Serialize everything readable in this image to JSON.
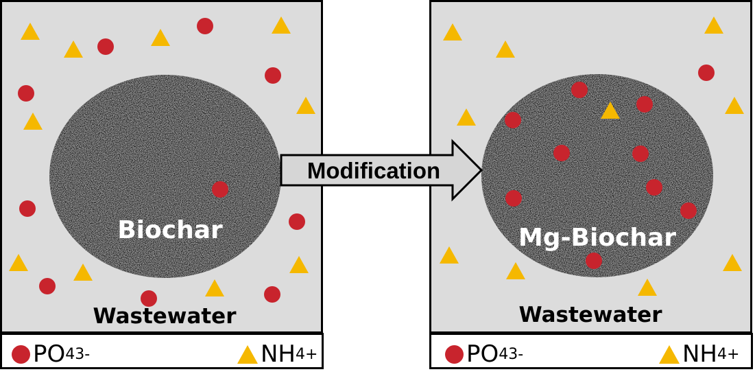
{
  "labels": {
    "left_particle": "Biochar",
    "right_particle": "Mg-Biochar",
    "left_medium": "Wastewater",
    "right_medium": "Wastewater",
    "arrow": "Modification"
  },
  "legend": {
    "phosphate_base": "PO",
    "phosphate_sub": "4",
    "phosphate_sup": "3-",
    "ammonium_base": "NH",
    "ammonium_sub": "4",
    "ammonium_sup": "+"
  },
  "colors": {
    "phosphate": "#c8242d",
    "ammonium": "#f5b800",
    "water": "#dcdcdc",
    "biochar": "#1e1e1e"
  }
}
